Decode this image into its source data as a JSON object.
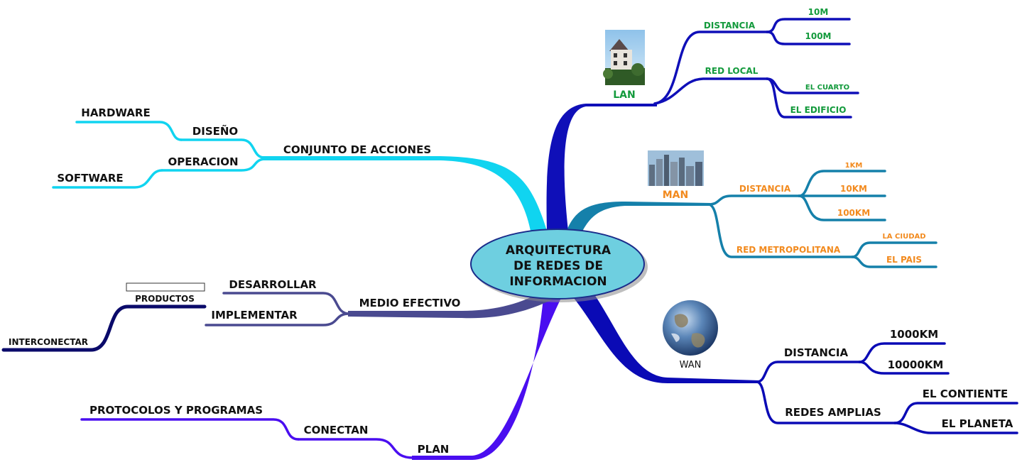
{
  "center": {
    "lines": [
      "ARQUITECTURA",
      "DE REDES DE",
      "INFORMACION"
    ]
  },
  "colors": {
    "lan": "#0f0fb8",
    "man": "#1580aa",
    "wan": "#0a0ab5",
    "plan": "#4a0ef0",
    "medio": "#4a4a90",
    "conjunto": "#10d4f0",
    "productos": "#0a0a6a",
    "green_text": "#139a3c",
    "orange_text": "#f28a1e",
    "center_fill": "#6ecfe0"
  },
  "branches": {
    "lan": {
      "label": "LAN",
      "image": "house-photo",
      "distancia": {
        "label": "DISTANCIA",
        "items": [
          "10M",
          "100M"
        ]
      },
      "red_local": {
        "label": "RED LOCAL",
        "items": [
          "EL CUARTO",
          "EL EDIFICIO"
        ]
      }
    },
    "man": {
      "label": "MAN",
      "image": "city-skyline-photo",
      "distancia": {
        "label": "DISTANCIA",
        "items": [
          "1KM",
          "10KM",
          "100KM"
        ]
      },
      "red_metro": {
        "label": "RED METROPOLITANA",
        "items": [
          "LA CIUDAD",
          "EL PAIS"
        ]
      }
    },
    "wan": {
      "label": "WAN",
      "image": "earth-globe",
      "distancia": {
        "label": "DISTANCIA",
        "items": [
          "1000KM",
          "10000KM"
        ]
      },
      "redes_amplias": {
        "label": "REDES AMPLIAS",
        "items": [
          "EL CONTIENTE",
          "EL PLANETA"
        ]
      }
    },
    "plan": {
      "label": "PLAN",
      "conectan": {
        "label": "CONECTAN",
        "items": [
          "PROTOCOLOS Y PROGRAMAS"
        ]
      }
    },
    "medio": {
      "label": "MEDIO EFECTIVO",
      "items": [
        "DESARROLLAR",
        "IMPLEMENTAR"
      ],
      "productos": {
        "label": "PRODUCTOS",
        "items": [
          "INTERCONECTAR"
        ]
      }
    },
    "conjunto": {
      "label": "CONJUNTO DE ACCIONES",
      "diseno": {
        "label": "DISEÑO",
        "items": [
          "HARDWARE"
        ]
      },
      "operacion": {
        "label": "OPERACION",
        "items": [
          "SOFTWARE"
        ]
      }
    }
  }
}
